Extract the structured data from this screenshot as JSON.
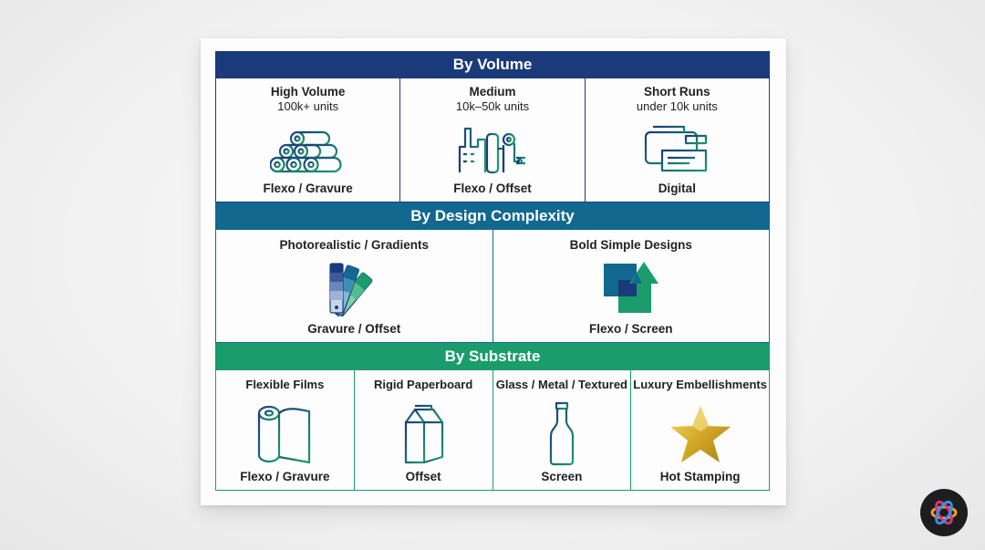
{
  "sections": [
    {
      "heading": "By Volume",
      "cells": [
        {
          "title": "High Volume",
          "subtitle": "100k+ units",
          "method": "Flexo / Gravure",
          "icon": "stacked-rolls-icon"
        },
        {
          "title": "Medium",
          "subtitle": "10k–50k units",
          "method": "Flexo / Offset",
          "icon": "factory-press-icon"
        },
        {
          "title": "Short Runs",
          "subtitle": "under 10k units",
          "method": "Digital",
          "icon": "digital-printer-icon"
        }
      ]
    },
    {
      "heading": "By Design Complexity",
      "cells": [
        {
          "title": "Photorealistic / Gradients",
          "method": "Gravure / Offset",
          "icon": "color-swatch-fan-icon"
        },
        {
          "title": "Bold Simple Designs",
          "method": "Flexo / Screen",
          "icon": "overlapping-shapes-icon"
        }
      ]
    },
    {
      "heading": "By Substrate",
      "cells": [
        {
          "title": "Flexible Films",
          "method": "Flexo / Gravure",
          "icon": "film-roll-icon"
        },
        {
          "title": "Rigid Paperboard",
          "method": "Offset",
          "icon": "milk-carton-icon"
        },
        {
          "title": "Glass / Metal / Textured",
          "method": "Screen",
          "icon": "bottle-icon"
        },
        {
          "title": "Luxury Embellishments",
          "method": "Hot Stamping",
          "icon": "gold-star-icon"
        }
      ]
    }
  ],
  "colors": {
    "navy": "#1b3a7a",
    "teal": "#12688f",
    "green": "#1a9c6c",
    "gold": "#d4a92a"
  }
}
